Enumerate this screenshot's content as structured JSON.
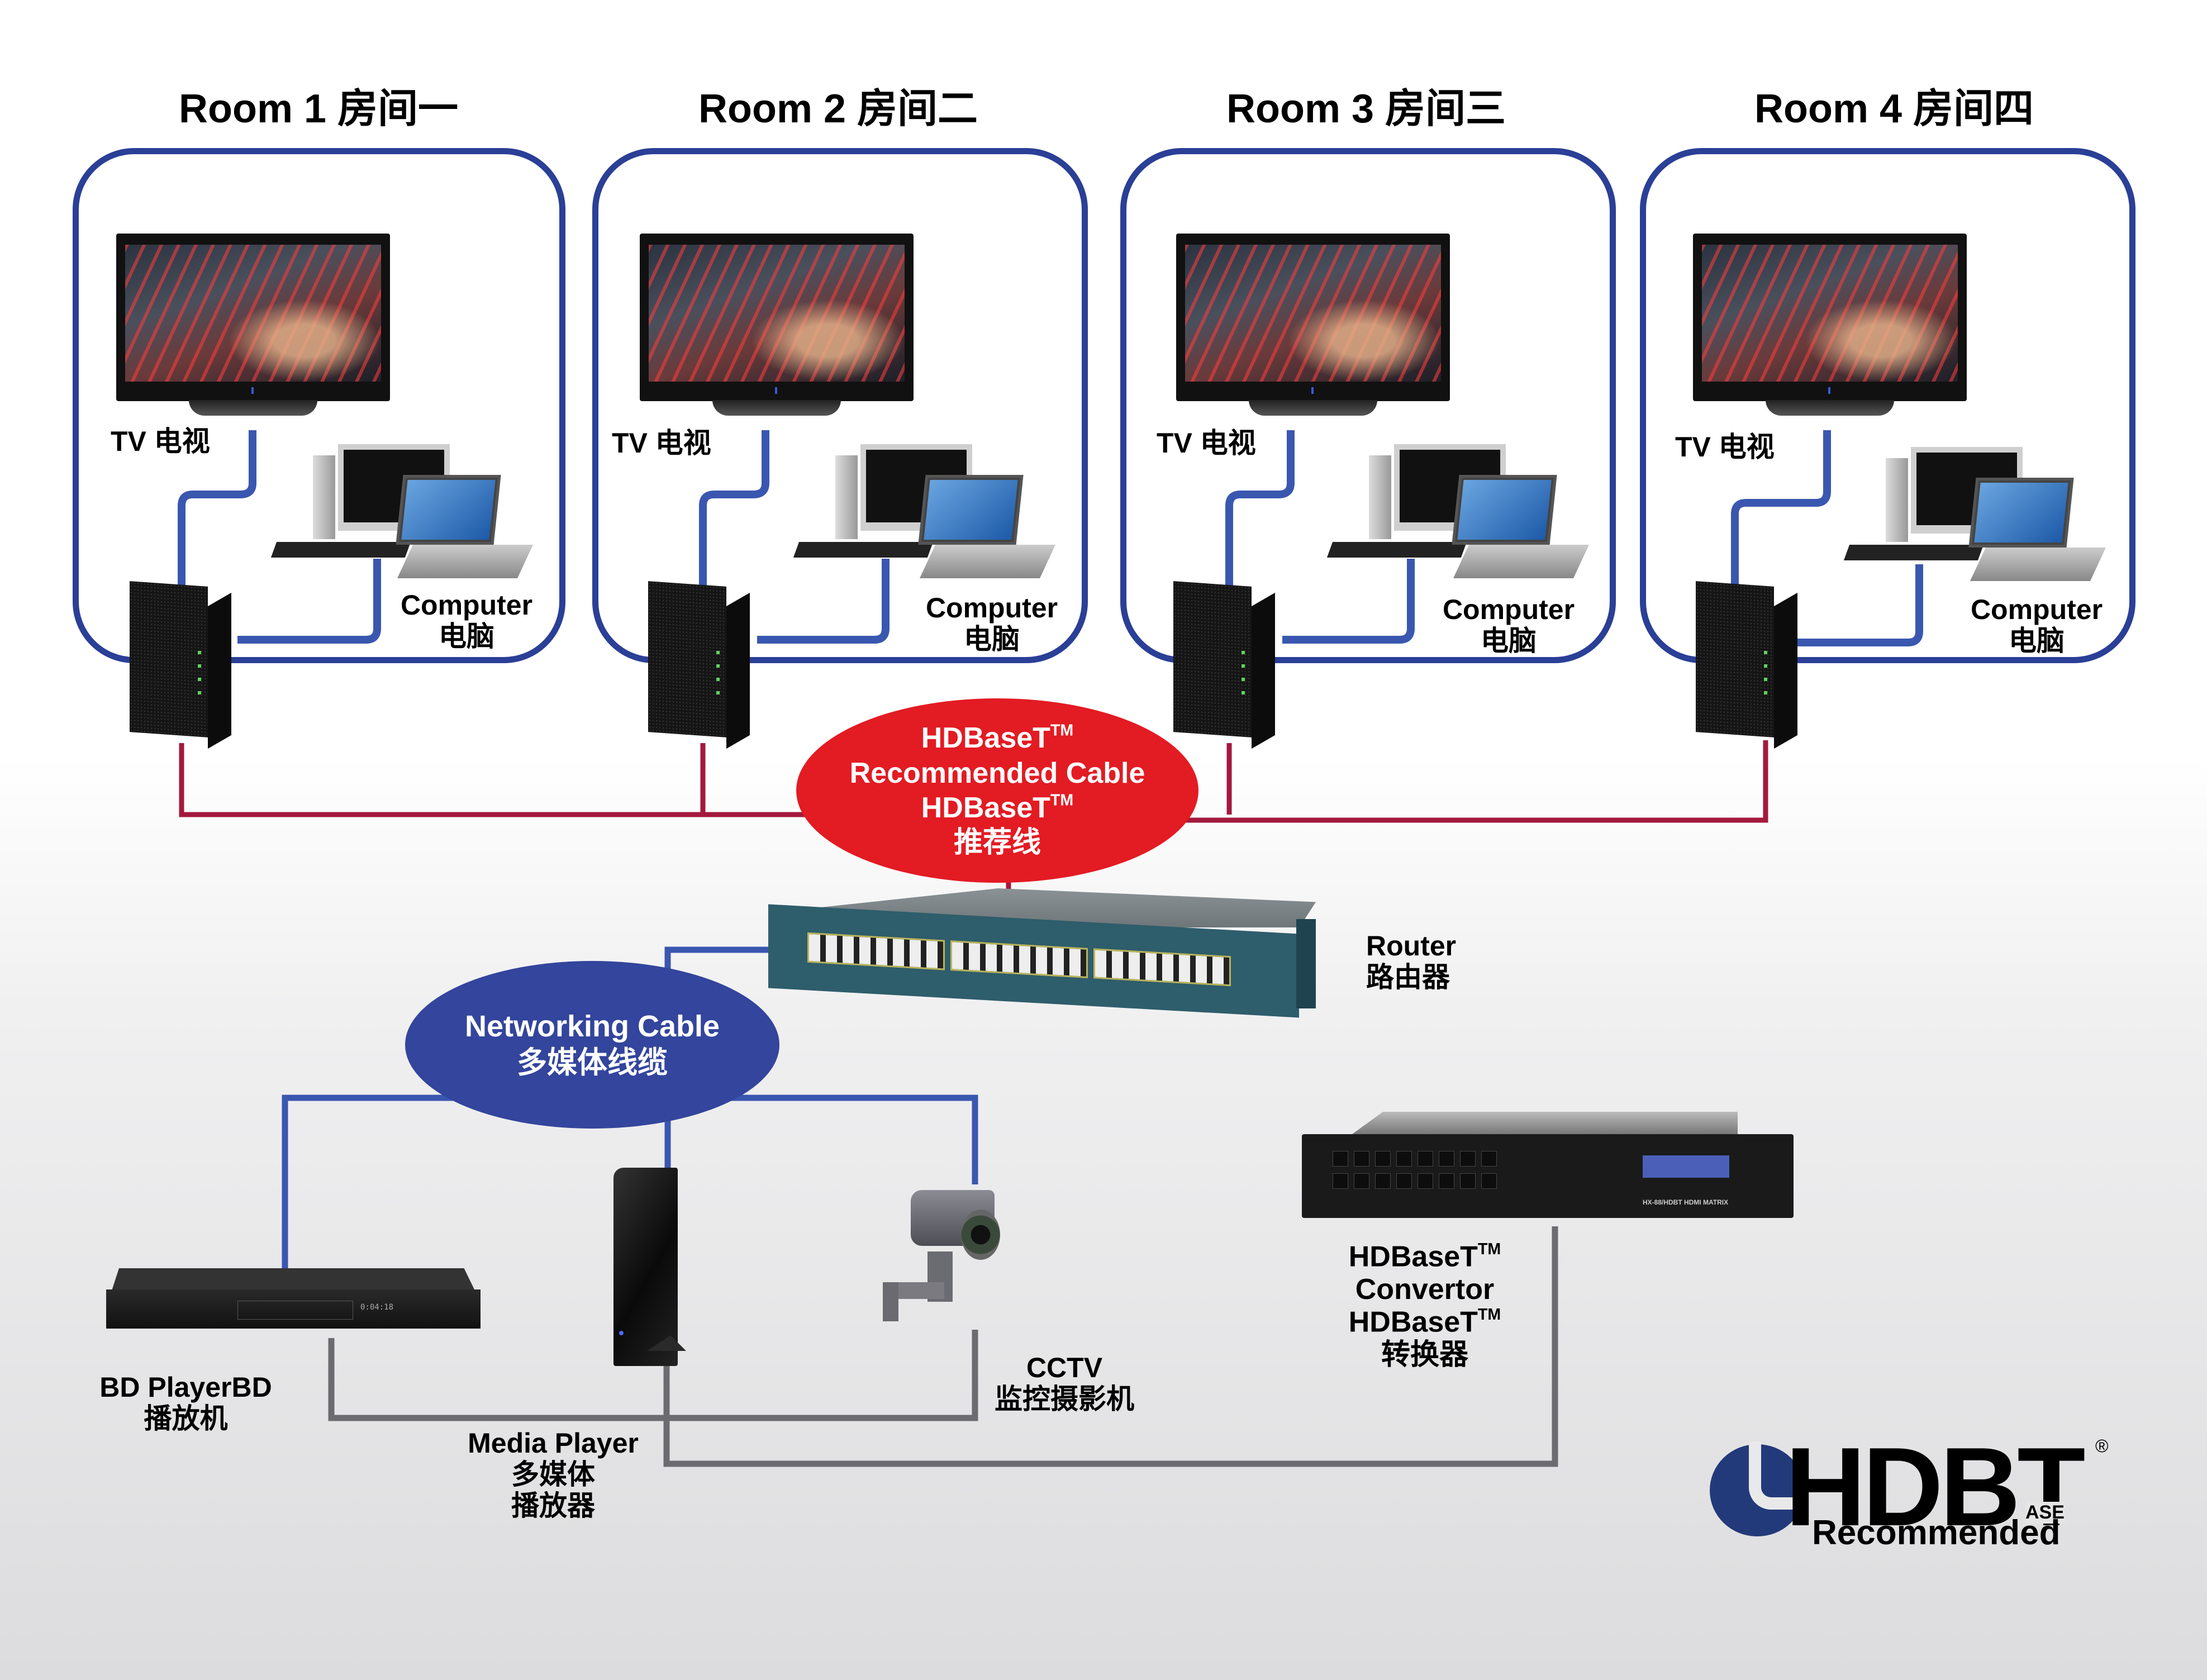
{
  "diagram": {
    "type": "network-topology",
    "title": "HDBaseT multi-room distribution"
  },
  "colors": {
    "room_border": "#2a3f96",
    "hdbaset_cable": "#a3193e",
    "hdbaset_ellipse": "#e31b23",
    "network_cable": "#3a57b0",
    "network_ellipse": "#33459c",
    "av_cable": "#6c6c70",
    "logo_blue": "#233a7a"
  },
  "rooms": [
    {
      "title": "Room 1 房间一",
      "tv_label": "TV 电视",
      "computer_label_en": "Computer",
      "computer_label_cn": "电脑"
    },
    {
      "title": "Room 2 房间二",
      "tv_label": "TV 电视",
      "computer_label_en": "Computer",
      "computer_label_cn": "电脑"
    },
    {
      "title": "Room 3 房间三",
      "tv_label": "TV 电视",
      "computer_label_en": "Computer",
      "computer_label_cn": "电脑"
    },
    {
      "title": "Room 4 房间四",
      "tv_label": "TV 电视",
      "computer_label_en": "Computer",
      "computer_label_cn": "电脑"
    }
  ],
  "hdbaset_cable": {
    "line1": "HDBaseT",
    "tm": "TM",
    "line2": "Recommended Cable",
    "line3": "HDBaseT",
    "line4": "推荐线"
  },
  "router": {
    "label_en": "Router",
    "label_cn": "路由器"
  },
  "networking_cable": {
    "label_en": "Networking Cable",
    "label_cn": "多媒体线缆"
  },
  "converter": {
    "line1": "HDBaseT",
    "tm": "TM",
    "line2": "Convertor",
    "line3": "HDBaseT",
    "line4": "转换器",
    "model": "HX-88/HDBT  HDMI MATRIX"
  },
  "bd_player": {
    "label_en": "BD PlayerBD",
    "label_cn": "播放机",
    "display": "0:04:18"
  },
  "media_player": {
    "label_en": "Media Player",
    "label_cn1": "多媒体",
    "label_cn2": "播放器"
  },
  "cctv": {
    "label_en": "CCTV",
    "label_cn": "监控摄影机"
  },
  "logo": {
    "wordmark": "HDBT",
    "ase": "ASE",
    "registered": "®",
    "tagline": "Recommended"
  },
  "connections": [
    {
      "from": "room-1-extender",
      "to": "router",
      "cable": "hdbaset"
    },
    {
      "from": "room-2-extender",
      "to": "router",
      "cable": "hdbaset"
    },
    {
      "from": "room-3-extender",
      "to": "router",
      "cable": "hdbaset"
    },
    {
      "from": "room-4-extender",
      "to": "router",
      "cable": "hdbaset"
    },
    {
      "from": "router",
      "to": "bd-player",
      "cable": "network"
    },
    {
      "from": "router",
      "to": "media-player",
      "cable": "network"
    },
    {
      "from": "router",
      "to": "cctv",
      "cable": "network"
    },
    {
      "from": "bd-player",
      "to": "cctv",
      "cable": "av"
    },
    {
      "from": "media-player",
      "to": "converter",
      "cable": "av"
    }
  ]
}
